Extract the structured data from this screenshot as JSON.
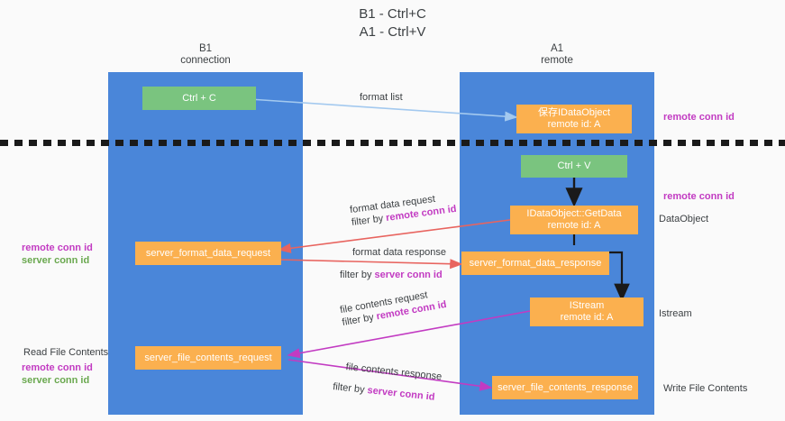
{
  "title": {
    "line1": "B1 - Ctrl+C",
    "line2": "A1 - Ctrl+V"
  },
  "lanes": [
    {
      "id": "b1",
      "name": "B1",
      "sub": "connection",
      "color": "#4a86d9"
    },
    {
      "id": "a1",
      "name": "A1",
      "sub": "remote",
      "color": "#4a86d9"
    }
  ],
  "nodes": {
    "ctrl_c": {
      "label": "Ctrl + C",
      "color": "#7ac47f"
    },
    "ctrl_v": {
      "label": "Ctrl + V",
      "color": "#7ac47f"
    },
    "save_dataobject": {
      "line1": "保存IDataObject",
      "line2": "remote id: A",
      "color": "#fbb04f"
    },
    "getdata": {
      "line1": "IDataObject::GetData",
      "line2": "remote id: A",
      "color": "#fbb04f"
    },
    "istream": {
      "line1": "IStream",
      "line2": "remote id: A",
      "color": "#fbb04f"
    },
    "server_format_data_request": {
      "label": "server_format_data_request",
      "color": "#fbb04f"
    },
    "server_format_data_response": {
      "label": "server_format_data_response",
      "color": "#fbb04f"
    },
    "server_file_contents_request": {
      "label": "server_file_contents_request",
      "color": "#fbb04f"
    },
    "server_file_contents_response": {
      "label": "server_file_contents_response",
      "color": "#fbb04f"
    }
  },
  "edge_labels": {
    "format_list": "format list",
    "format_data_request": "format data request",
    "format_data_request_filter_prefix": "filter by ",
    "format_data_request_filter_key": "remote conn id",
    "format_data_response": "format data response",
    "format_data_response_filter_prefix": "filter by ",
    "format_data_response_filter_key": "server conn id",
    "file_contents_request": "file contents request",
    "file_contents_request_filter_prefix": "filter by ",
    "file_contents_request_filter_key": "remote conn id",
    "file_contents_response": "file contents response",
    "file_contents_response_filter_prefix": "filter by ",
    "file_contents_response_filter_key": "server conn id"
  },
  "side_labels": {
    "right_remote_conn_id_top": "remote conn id",
    "right_remote_conn_id_mid": "remote conn id",
    "right_dataobject": "DataObject",
    "right_istream": "Istream",
    "right_write_file_contents": "Write File Contents",
    "left_remote_conn_id": "remote conn id",
    "left_server_conn_id": "server conn id",
    "left_read_file_contents": "Read File Contents",
    "left_remote_conn_id_2": "remote conn id",
    "left_server_conn_id_2": "server conn id"
  },
  "colors": {
    "lane": "#4a86d9",
    "green": "#7ac47f",
    "orange": "#fbb04f",
    "magenta": "#c23bc2",
    "green_text": "#6aa84f",
    "arrow_blue": "#a3c9ef",
    "arrow_red": "#e8645f",
    "arrow_purple": "#c23bc2",
    "arrow_black": "#1a1a1a",
    "background": "#fafafa"
  }
}
